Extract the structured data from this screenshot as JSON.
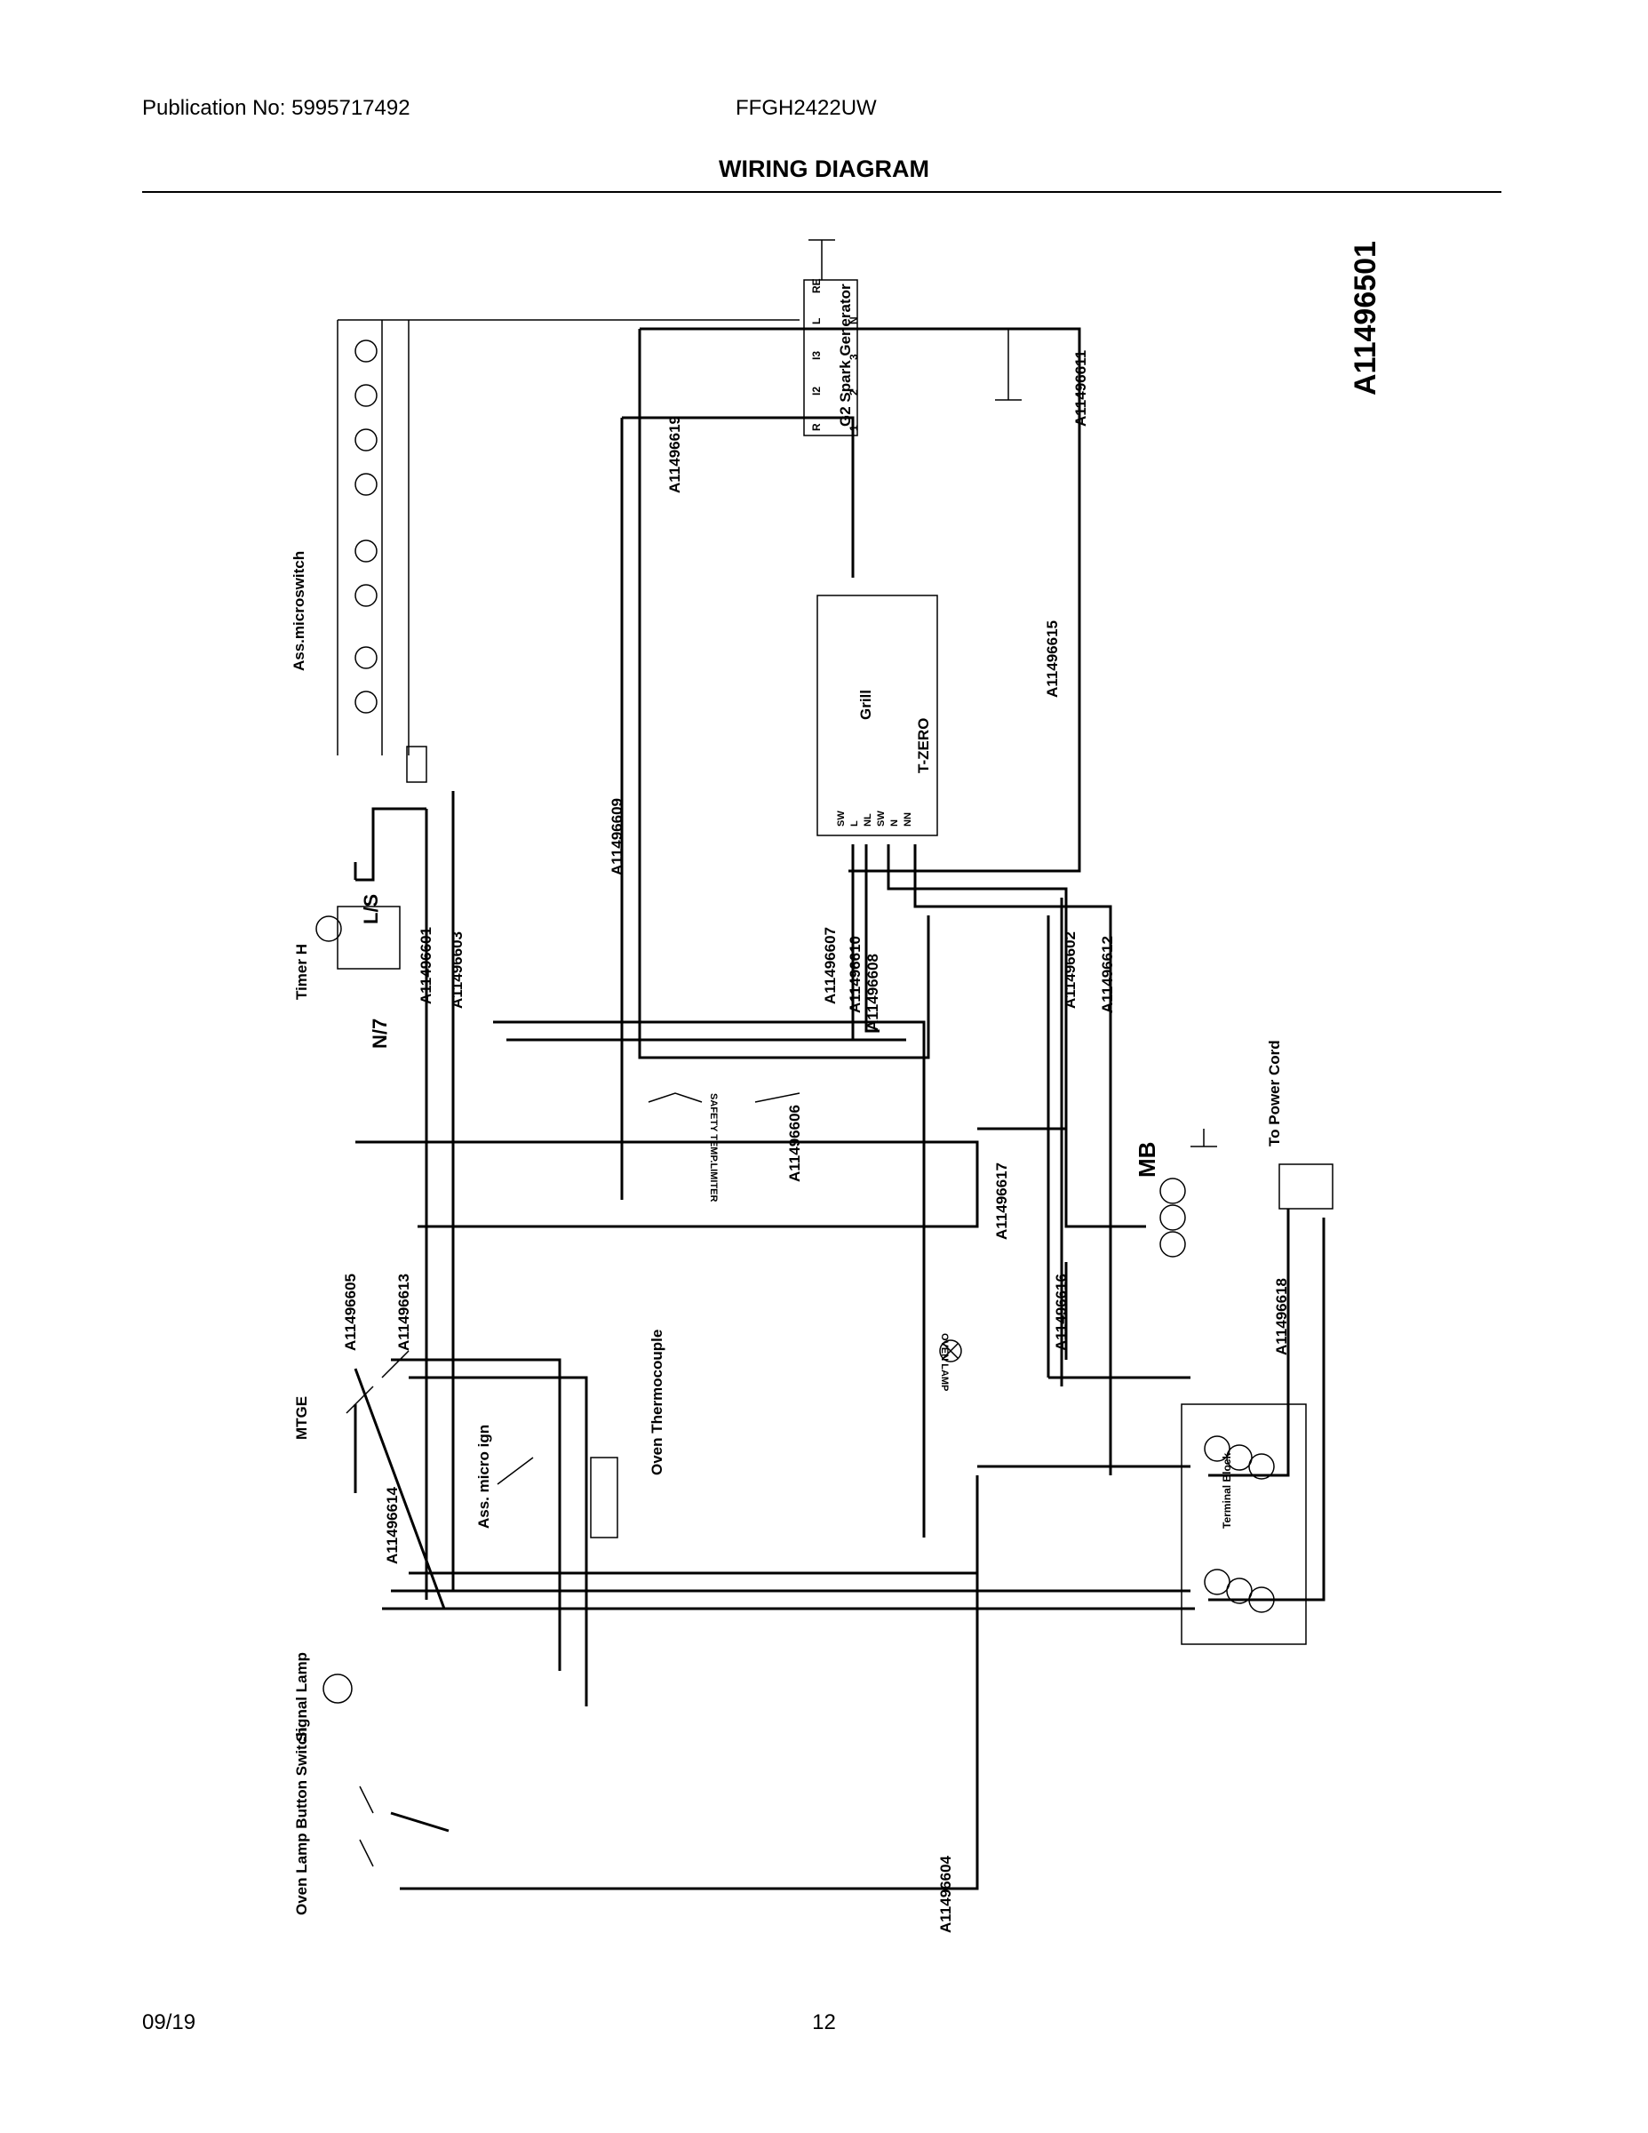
{
  "header": {
    "publication": "Publication No: 5995717492",
    "model": "FFGH2422UW",
    "title": "WIRING DIAGRAM"
  },
  "footer": {
    "date": "09/19",
    "page": "12"
  },
  "diagram": {
    "drawing_number": "A11496501",
    "components": {
      "microswitch": "Ass.microswitch",
      "timer": "Timer H",
      "spark_generator": "G2 Spark Generator",
      "grill": "Grill",
      "t_zero": "T-ZERO",
      "safety_temp_limiter": "SAFETY TEMP.LIMITER",
      "mb": "MB",
      "power_cord": "To Power Cord",
      "terminal_block": "Terminal Block",
      "oven_lamp": "OVEN LAMP",
      "oven_thermocouple": "Oven Thermocouple",
      "mtge": "MTGE",
      "micro_ign": "Ass. micro ign",
      "signal_lamp": "Signal Lamp",
      "oven_lamp_button": "Oven Lamp Button Switch",
      "ls": "L/S",
      "n7": "N/7"
    },
    "spark_terminals_top": [
      "R",
      "I2",
      "I3",
      "L",
      "RE"
    ],
    "spark_terminals_bottom": [
      "1",
      "2",
      "3",
      "N"
    ],
    "grill_terminals": [
      "SW",
      "L",
      "NL",
      "SW",
      "N",
      "NN"
    ],
    "wire_labels": [
      "A11496619",
      "A11496611",
      "A11496615",
      "A11496609",
      "A11496607",
      "A11496610",
      "A11496608",
      "A11496602",
      "A11496612",
      "A11496601",
      "A11496603",
      "A11496606",
      "A11496617",
      "A11496605",
      "A11496613",
      "A11496616",
      "A11496618",
      "A11496614",
      "A11496604"
    ]
  }
}
